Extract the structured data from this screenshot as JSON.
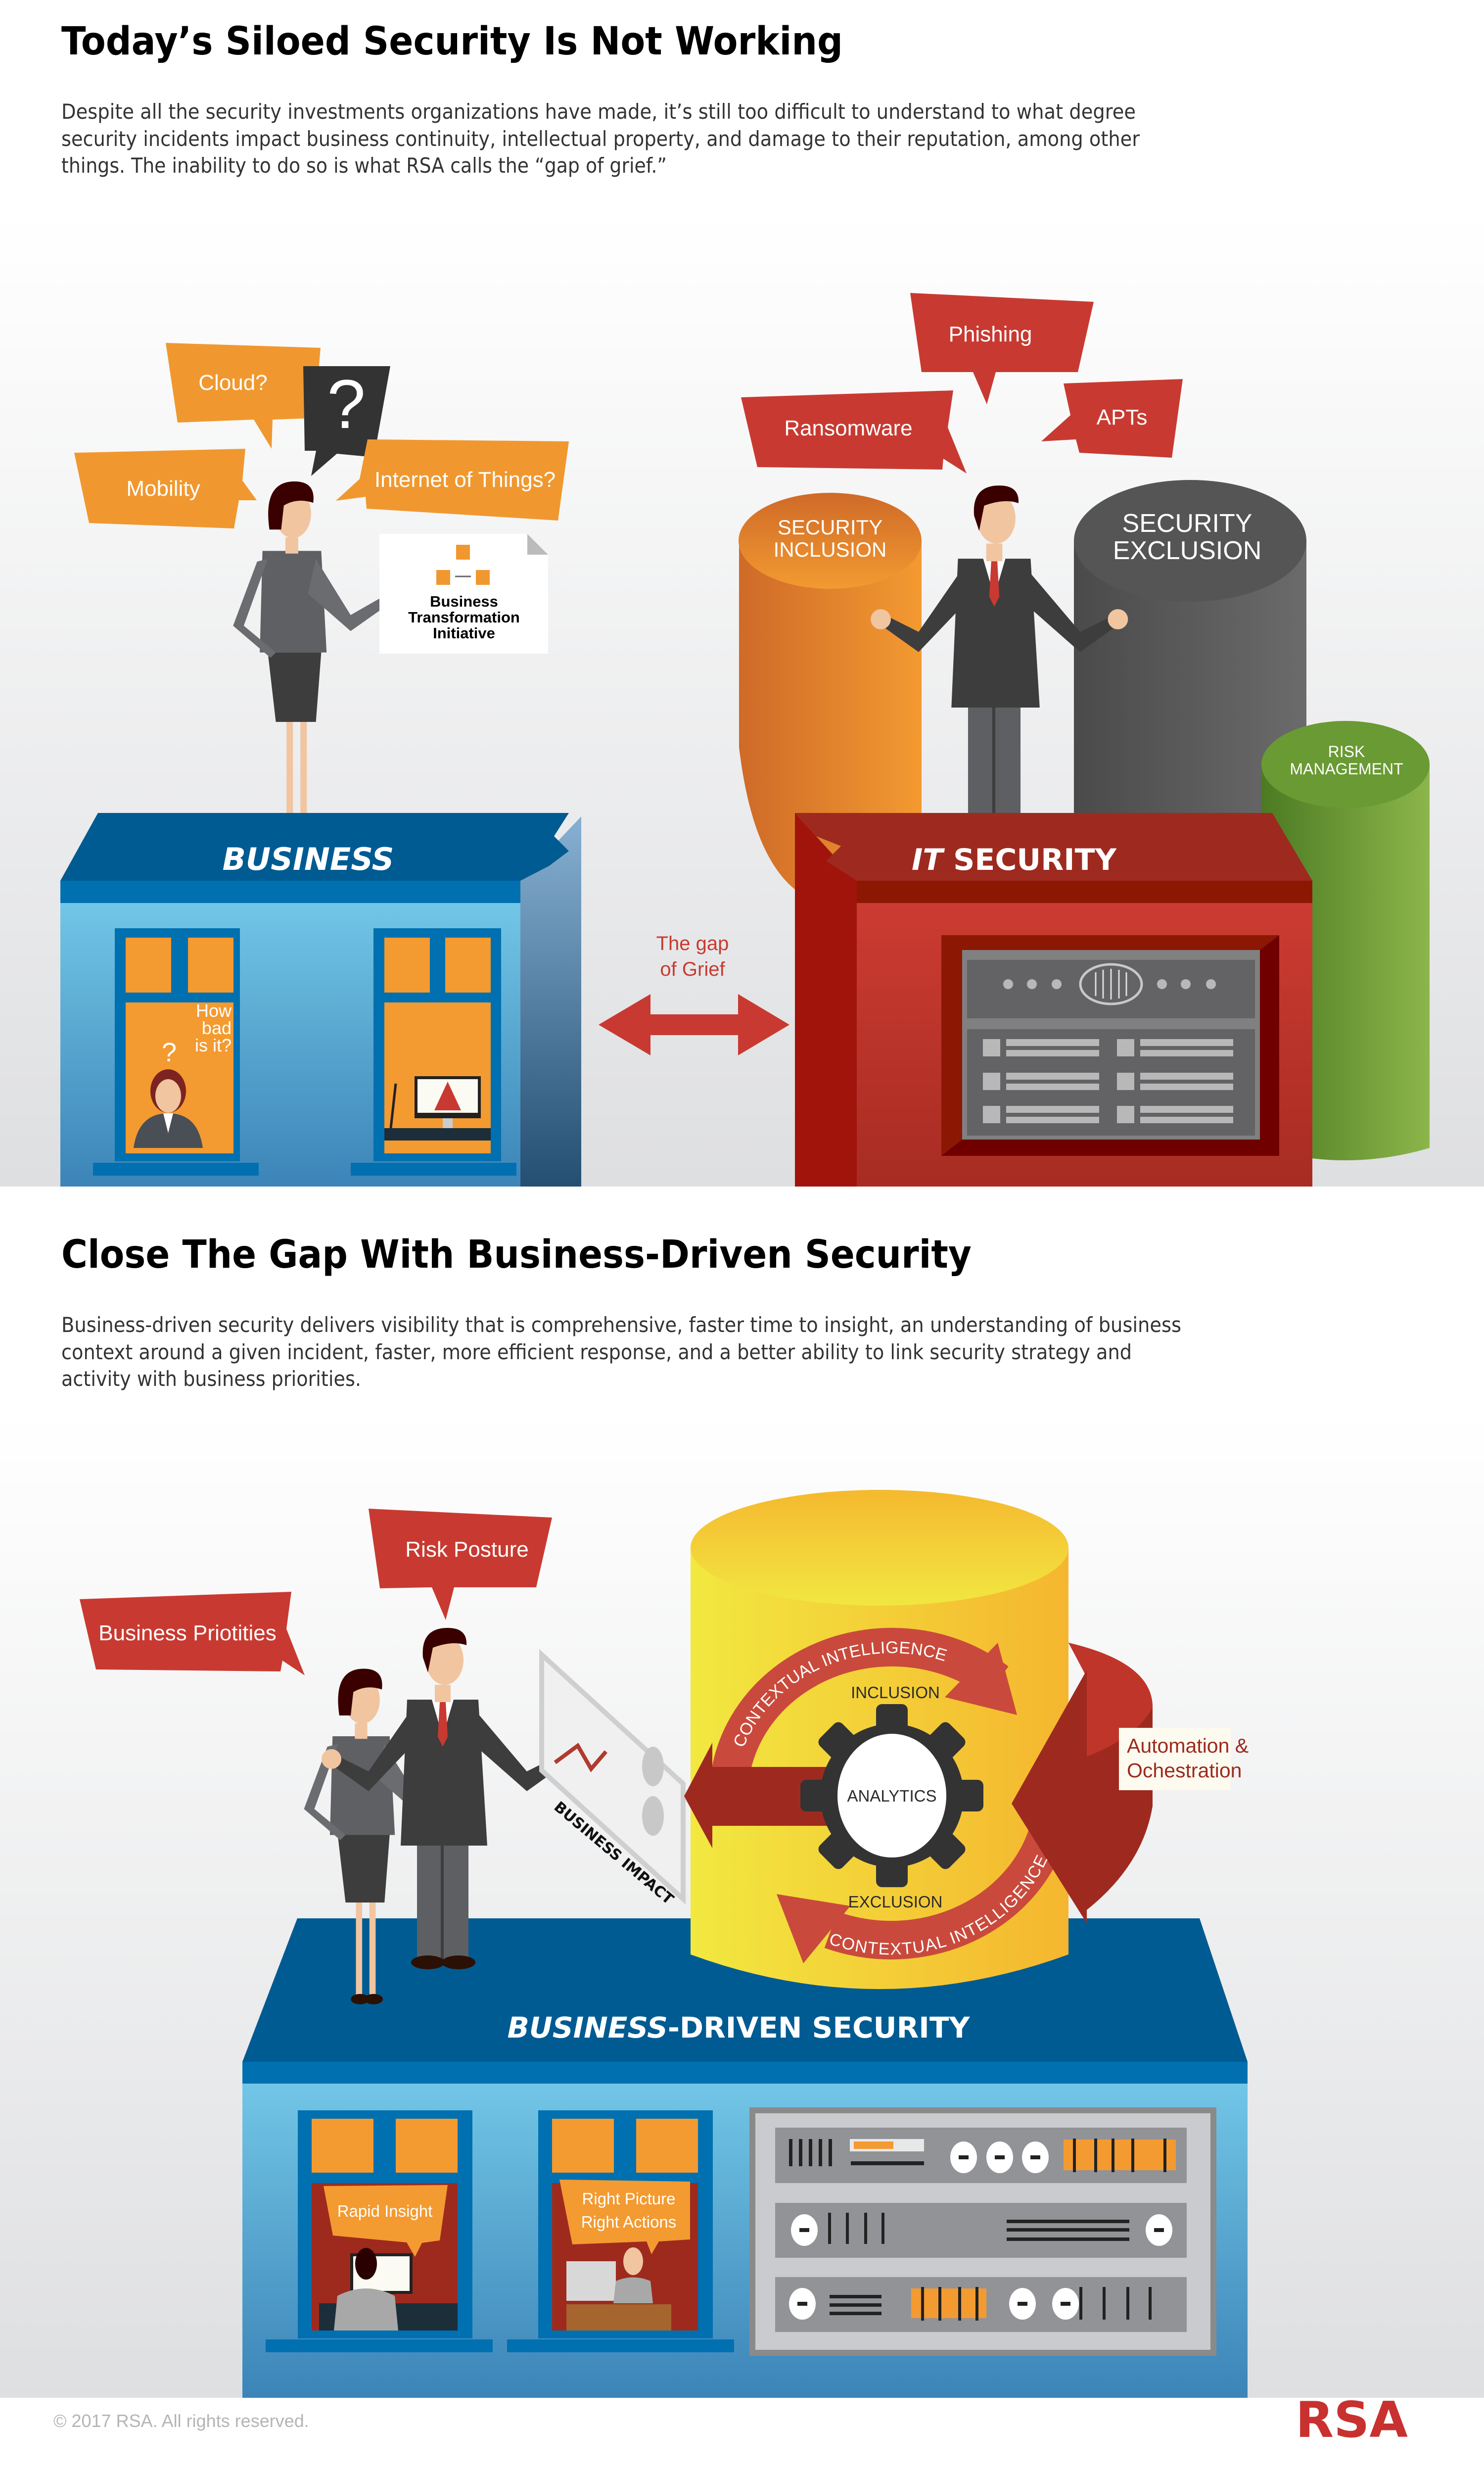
{
  "section1": {
    "title": "Today’s Siloed Security Is Not Working",
    "paragraph_lines": [
      "Despite all the security investments organizations have made, it’s still too difficult to understand to what degree",
      "security incidents impact business continuity, intellectual property, and damage to their reputation, among other",
      "things. The inability to do so is what RSA calls the “gap of grief.”"
    ],
    "business_bubbles": [
      "Cloud?",
      "?",
      "Mobility",
      "Internet of Things?"
    ],
    "document_lines": [
      "Business",
      "Transformation",
      "Initiative"
    ],
    "threat_bubbles": [
      "Phishing",
      "Ransomware",
      "APTs"
    ],
    "cylinders": {
      "inclusion": [
        "SECURITY",
        "INCLUSION"
      ],
      "exclusion": [
        "SECURITY",
        "EXCLUSION"
      ],
      "risk": [
        "RISK",
        "MANAGEMENT"
      ]
    },
    "business_label": "BUSINESS",
    "it_label_prefix": "IT",
    "it_label": "SECURITY",
    "window_question": "?",
    "window_text": [
      "How",
      "bad",
      "is it?"
    ],
    "gap_label": [
      "The gap",
      "of Grief"
    ]
  },
  "section2": {
    "title": "Close The Gap With Business-Driven Security",
    "paragraph_lines": [
      "Business-driven security delivers visibility that is comprehensive, faster time to insight, an understanding of business",
      "context around a given incident, faster, more efficient response, and a better ability to link security strategy and",
      "activity with business priorities."
    ],
    "bubbles": [
      "Risk Posture",
      "Business Priotities"
    ],
    "board_label": "BUSINESS IMPACT",
    "cycle": {
      "top_arc": "CONTEXTUAL INTELLIGENCE",
      "bottom_arc": "CONTEXTUAL INTELLIGENCE",
      "inclusion": "INCLUSION",
      "exclusion": "EXCLUSION",
      "center": "ANALYTICS"
    },
    "automation_label": [
      "Automation &",
      "Ochestration"
    ],
    "building_label_prefix": "BUSINESS",
    "building_label": "-DRIVEN SECURITY",
    "window_bubbles": {
      "left": "Rapid Insight",
      "right": [
        "Right Picture",
        "Right Actions"
      ]
    }
  },
  "footer": {
    "copyright": "© 2017 RSA. All rights reserved.",
    "logo": "RSA"
  },
  "colors": {
    "orange": "#f0982f",
    "red": "#c83a31",
    "blue": "#005b92",
    "yellow": "#f2e23f",
    "brand": "#c8312f"
  }
}
